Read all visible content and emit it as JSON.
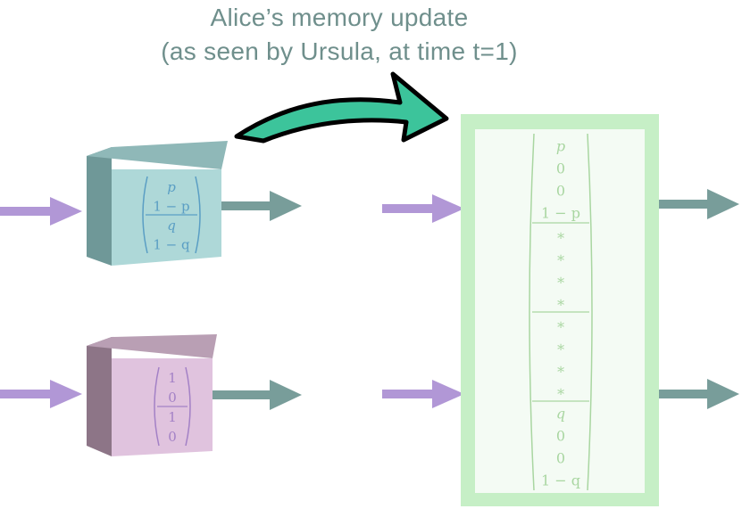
{
  "title": {
    "line1": "Alice’s memory update",
    "line2": "(as seen by Ursula, at time t=1)"
  },
  "colors": {
    "title_text": "#6f8f8c",
    "input_arrow": "#b197d6",
    "output_arrow": "#789d9a",
    "update_arrow_fill": "#3cc49b",
    "update_arrow_stroke": "#000000",
    "alice_box_front": "#aed8d8",
    "alice_box_top": "#8fb8b8",
    "alice_box_side": "#6f9898",
    "alice_text": "#5a9ec4",
    "ursula_box_front": "#e0c3de",
    "ursula_box_top": "#b99fb4",
    "ursula_box_side": "#8d7587",
    "ursula_text": "#a381c6",
    "joint_border": "#c6efc6",
    "joint_fill": "#f4fbf4",
    "joint_text": "#a9d6a1"
  },
  "alice_box": {
    "name": "alice-memory-box",
    "vector": [
      "p",
      "1 − p",
      "q",
      "1 − q"
    ]
  },
  "ursula_box": {
    "name": "ursula-memory-box",
    "vector": [
      "1",
      "0",
      "1",
      "0"
    ]
  },
  "joint_state": {
    "vector": [
      "p",
      "0",
      "0",
      "1 − p",
      "∗",
      "∗",
      "∗",
      "∗",
      "∗",
      "∗",
      "∗",
      "∗",
      "q",
      "0",
      "0",
      "1 − q"
    ]
  }
}
